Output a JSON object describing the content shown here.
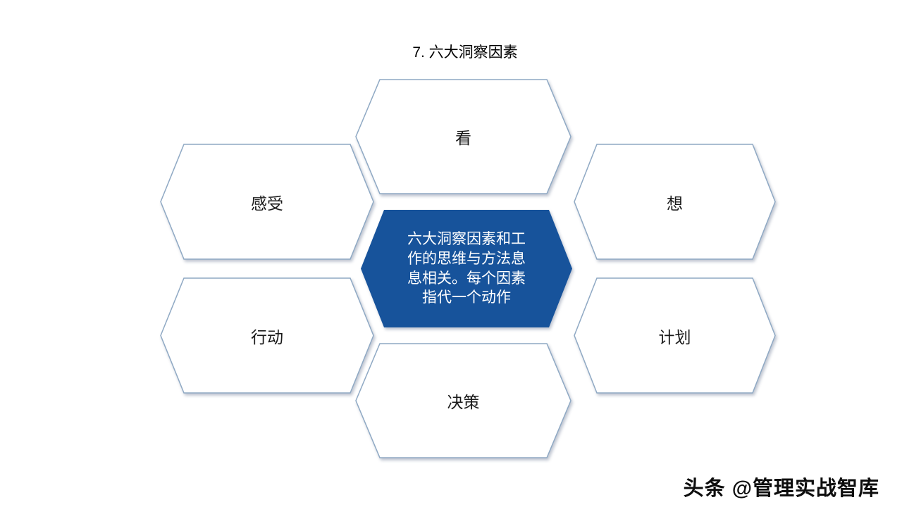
{
  "title": "7. 六大洞察因素",
  "diagram": {
    "border_color": "#8fa9c4",
    "center": {
      "text": "六大洞察因素和工作的思维与方法息息相关。每个因素指代一个动作",
      "fill": "#17539b",
      "text_color": "#ffffff"
    },
    "nodes": [
      {
        "id": "look",
        "label": "看"
      },
      {
        "id": "feel",
        "label": "感受"
      },
      {
        "id": "think",
        "label": "想"
      },
      {
        "id": "act",
        "label": "行动"
      },
      {
        "id": "plan",
        "label": "计划"
      },
      {
        "id": "decide",
        "label": "决策"
      }
    ]
  },
  "watermark": "头条 @管理实战智库"
}
